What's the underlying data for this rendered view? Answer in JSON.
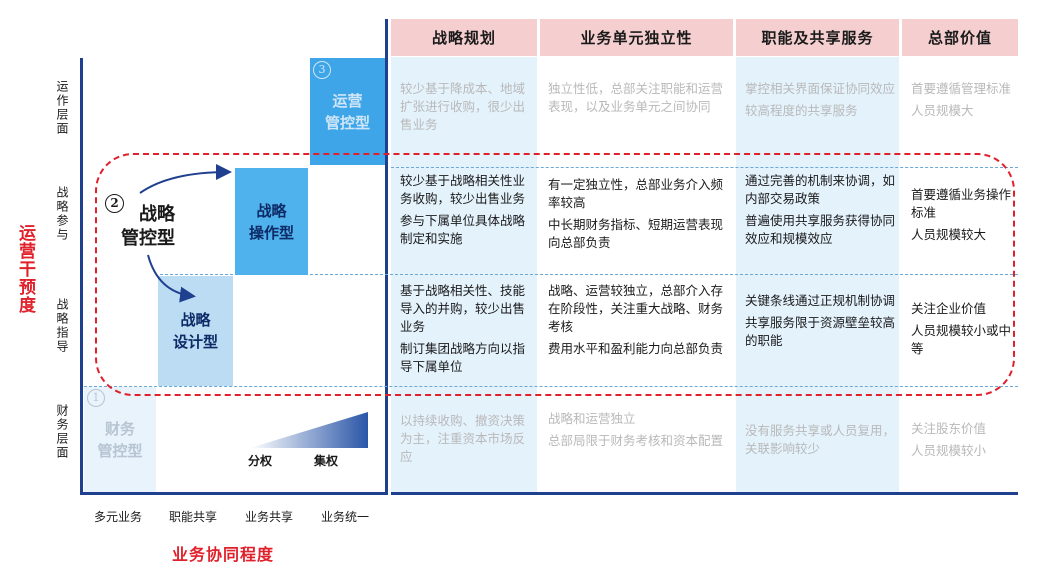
{
  "headers": [
    "战略规划",
    "业务单元独立性",
    "职能及共享服务",
    "总部价值"
  ],
  "left_axis": {
    "title": "运营干预度",
    "levels": [
      "运作层面",
      "战略参与",
      "战略指导",
      "财务层面"
    ]
  },
  "bottom_axis": {
    "title": "业务协同程度",
    "ticks": [
      "多元业务",
      "职能共享",
      "业务共享",
      "业务统一"
    ]
  },
  "types": {
    "operational": {
      "num": "3",
      "line1": "运营",
      "line2": "管控型"
    },
    "strategic": {
      "num": "2",
      "line1": "战略",
      "line2": "管控型"
    },
    "strategic_operating": {
      "line1": "战略",
      "line2": "操作型"
    },
    "strategic_design": {
      "line1": "战略",
      "line2": "设计型"
    },
    "financial": {
      "num": "1",
      "line1": "财务",
      "line2": "管控型"
    }
  },
  "gradient_legend": {
    "low": "分权",
    "high": "集权"
  },
  "rows": {
    "operational": {
      "strategy": [
        "较少基于降成本、地域扩张进行收购，很少出售业务"
      ],
      "independence": [
        "独立性低，总部关注职能和运营表现，以及业务单元之间协同"
      ],
      "shared": [
        "掌控相关界面保证协同效应",
        "较高程度的共享服务"
      ],
      "hq": [
        "首要遵循管理标准",
        "人员规模大"
      ]
    },
    "operating": {
      "strategy": [
        "较少基于战略相关性业务收购，较少出售业务",
        "参与下属单位具体战略制定和实施"
      ],
      "independence": [
        "有一定独立性，总部业务介入频率较高",
        "中长期财务指标、短期运营表现向总部负责"
      ],
      "shared": [
        "通过完善的机制来协调，如内部交易政策",
        "普遍使用共享服务获得协同效应和规模效应"
      ],
      "hq": [
        "首要遵循业务操作标准",
        "人员规模较大"
      ]
    },
    "design": {
      "strategy": [
        "基于战略相关性、技能导入的并购，较少出售业务",
        "制订集团战略方向以指导下属单位"
      ],
      "independence": [
        "战略、运营较独立，总部介入存在阶段性，关注重大战略、财务考核",
        "费用水平和盈利能力向总部负责"
      ],
      "shared": [
        "关键条线通过正规机制协调",
        "共享服务限于资源壁垒较高的职能"
      ],
      "hq": [
        "关注企业价值",
        "人员规模较小或中等"
      ]
    },
    "financial": {
      "strategy": [
        "以持续收购、撤资决策为主，注重资本市场反应"
      ],
      "independence": [
        "战略和运营独立",
        "总部局限于财务考核和资本配置"
      ],
      "shared": [
        "没有服务共享或人员复用，关联影响较少"
      ],
      "hq": [
        "关注股东价值",
        "人员规模较小"
      ]
    }
  },
  "colors": {
    "header_bg": "#f5cfd0",
    "column_bg": "#dceefa",
    "dark_blue": "#1f3f8f",
    "mid_blue": "#3ea6e8",
    "light_blue": "#bcdcf4",
    "red": "#e0202a"
  }
}
